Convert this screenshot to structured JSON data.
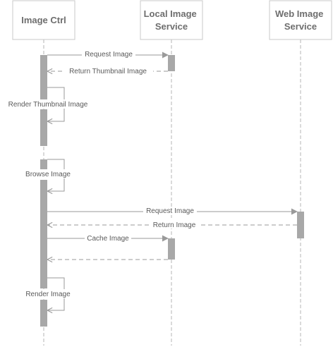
{
  "participants": [
    {
      "id": "ctrl",
      "label_lines": [
        "Image Ctrl"
      ]
    },
    {
      "id": "local",
      "label_lines": [
        "Local Image",
        "Service"
      ]
    },
    {
      "id": "web",
      "label_lines": [
        "Web Image",
        "Service"
      ]
    }
  ],
  "messages": [
    {
      "id": "request-image-local",
      "label": "Request Image",
      "from": "ctrl",
      "to": "local",
      "kind": "sync"
    },
    {
      "id": "return-thumbnail",
      "label": "Return Thumbnail Image",
      "from": "local",
      "to": "ctrl",
      "kind": "return"
    },
    {
      "id": "render-thumbnail",
      "label": "Render Thumbnail Image",
      "from": "ctrl",
      "to": "ctrl",
      "kind": "self"
    },
    {
      "id": "browse-image",
      "label": "Browse Image",
      "from": "ctrl",
      "to": "ctrl",
      "kind": "self"
    },
    {
      "id": "request-image-web",
      "label": "Request Image",
      "from": "ctrl",
      "to": "web",
      "kind": "sync"
    },
    {
      "id": "return-image",
      "label": "Return Image",
      "from": "web",
      "to": "ctrl",
      "kind": "return"
    },
    {
      "id": "cache-image",
      "label": "Cache Image",
      "from": "ctrl",
      "to": "local",
      "kind": "sync"
    },
    {
      "id": "cache-return",
      "label": "",
      "from": "local",
      "to": "ctrl",
      "kind": "return"
    },
    {
      "id": "render-image",
      "label": "Render Image",
      "from": "ctrl",
      "to": "ctrl",
      "kind": "self"
    }
  ],
  "colors": {
    "box_border": "#c8c8c8",
    "label_text": "#6e6e6e",
    "lifeline": "#b4b4b4",
    "activation": "#a8a8a8",
    "arrow": "#9a9a9a",
    "message_text": "#5a5a5a"
  }
}
